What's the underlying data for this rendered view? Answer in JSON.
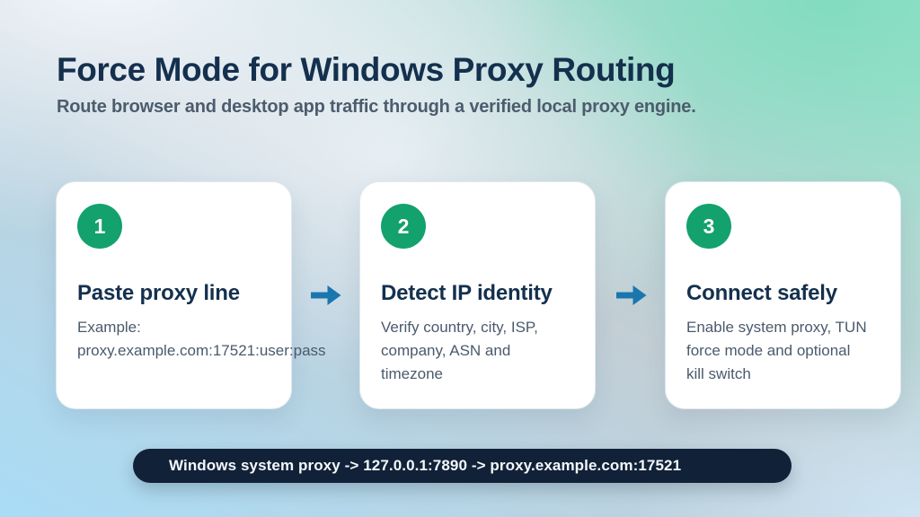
{
  "page": {
    "title": "Force Mode for Windows Proxy Routing",
    "subtitle": "Route browser and desktop app traffic through a verified local proxy engine."
  },
  "steps": [
    {
      "number": "1",
      "title": "Paste proxy line",
      "lines": [
        "Example:",
        "proxy.example.com:17521:user:pass"
      ]
    },
    {
      "number": "2",
      "title": "Detect IP identity",
      "lines": [
        "Verify country, city, ISP,",
        "company, ASN and",
        "timezone"
      ]
    },
    {
      "number": "3",
      "title": "Connect safely",
      "lines": [
        "Enable system proxy, TUN",
        "force mode and optional",
        "kill switch"
      ]
    }
  ],
  "footer": {
    "flow_text": "Windows system proxy -> 127.0.0.1:7890 -> proxy.example.com:17521"
  },
  "colors": {
    "step_badge_green": "#13a16d",
    "arrow_blue": "#1b76af",
    "heading_navy": "#14304e",
    "body_slate": "#4a5a6c",
    "banner_navy": "#112138",
    "card_white": "#ffffff",
    "bg_mint": "#9de4cf",
    "bg_sky": "#a9dcf6"
  },
  "icons": {
    "step_arrow": "right-arrow-icon"
  }
}
